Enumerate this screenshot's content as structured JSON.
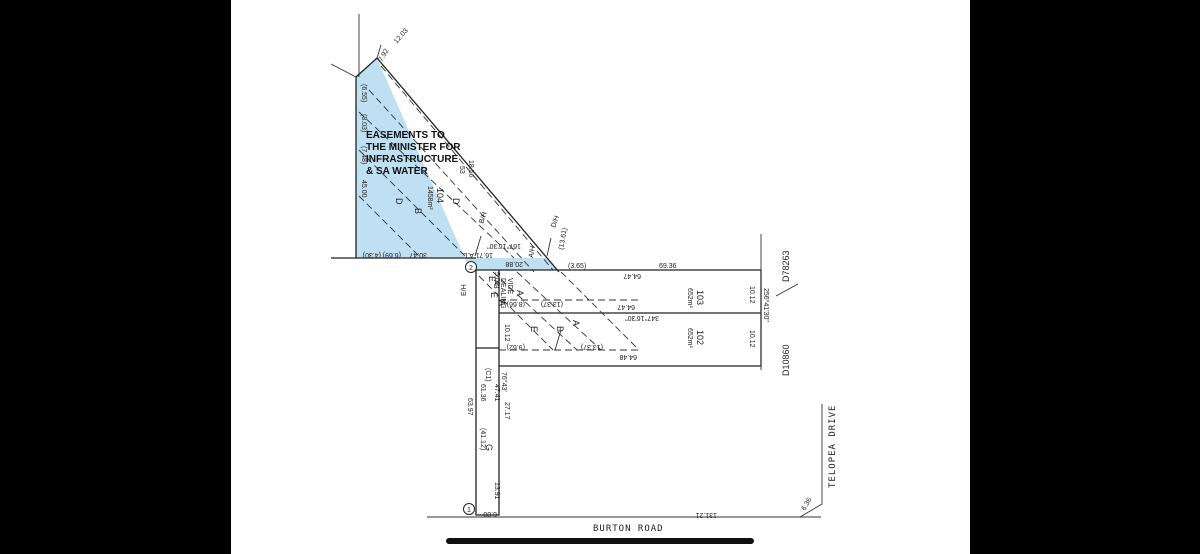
{
  "easement_caption": [
    "EASEMENTS TO",
    "THE MINISTER FOR",
    "INFRASTRUCTURE",
    "& SA WATER"
  ],
  "colors": {
    "easement_fill": "#bfe0f2",
    "line": "#222222",
    "background": "#ffffff"
  },
  "roads": {
    "south": "BURTON ROAD",
    "east": "TELOPEA DRIVE"
  },
  "plans": {
    "north_east": "D78263",
    "south_east": "D10860"
  },
  "lots": {
    "lot_104": {
      "number": "104",
      "area": "1458m²"
    },
    "lot_103": {
      "number": "103",
      "area": "652m²"
    },
    "lot_102": {
      "number": "102",
      "area": "652m²"
    }
  },
  "easement_letters": {
    "d_upper": "D",
    "b_upper": "B",
    "d_lower": "D",
    "e_left": "E",
    "e_left2": "E",
    "a_mid": "A",
    "e_mid": "E",
    "b_mid": "B",
    "a_lower": "A",
    "a_103": "A"
  },
  "easement_labels": {
    "bh": "B/H",
    "dh": "D/H",
    "ah": "A/H",
    "eh": "E/H",
    "vide": "VIDE",
    "dealing": "DEALING",
    "a3": "A3",
    "c1": "(C1)",
    "g": "G"
  },
  "markers": {
    "circle_2": "2",
    "circle_1": "1"
  },
  "dimensions": {
    "top_a": "12.03",
    "top_b": "7.92",
    "west_a": "(6.55)",
    "west_b": "(8.03)",
    "west_c": "(7.48)",
    "west_total": "45.00",
    "diag_a": "18.56",
    "diag_b": "53",
    "north_a": "30.47",
    "north_b": "(6.69)",
    "north_c": "(4.30)",
    "north_d": "167°16'30\"",
    "north_e": "16.71 A.L.",
    "north_f": "20.88",
    "north_g": "(3.65)",
    "north_h": "69.36",
    "north_i": "(13.61)",
    "lot103_top": "64.47",
    "lot103_east": "10.12",
    "lot103_mid": "(13.37)",
    "lot103_left": "(8.66)",
    "bearing_a": "347°16'30\"",
    "mid_line": "64.47",
    "bearing_b": "256°41'30\"",
    "lot102_east": "10.12",
    "lot102_left": "(9.62)",
    "lot102_mid": "(13.37)",
    "lot102_bottom": "64.48",
    "west_102": "10.12",
    "stem_a": "5.08",
    "stem_b": "76°43'",
    "stem_c": "61.36",
    "stem_d": "63.97",
    "stem_e": "47.41",
    "stem_f": "27.17",
    "stem_g": "(41.12)",
    "stem_h": "13.91",
    "stem_i": "6.00",
    "frontage": "131.21",
    "corner": "6.36"
  }
}
